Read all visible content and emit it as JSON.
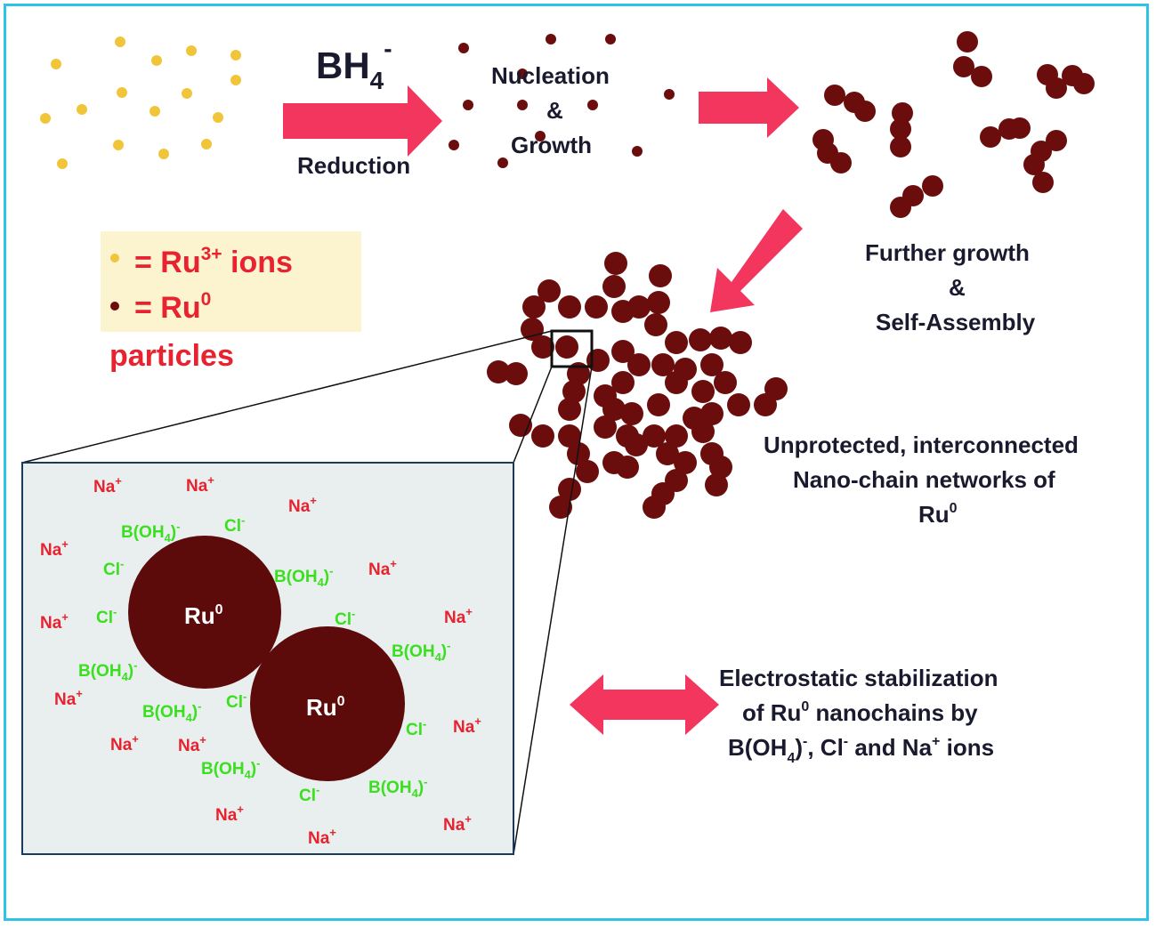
{
  "colors": {
    "frame": "#2ec4e6",
    "ion": "#f0c53a",
    "particle": "#6b0d0d",
    "arrow": "#f2365d",
    "legend_bg": "#fcf3cf",
    "inset_bg": "#e9eeee",
    "na_label": "#e8222f",
    "anion_label": "#39e01e",
    "text": "#1a1a2e"
  },
  "labels": {
    "reductant": "BH",
    "reductant_sub": "4",
    "reductant_sup": "-",
    "reduction": "Reduction",
    "nucleation": "Nucleation",
    "amp1": "&",
    "growth": "Growth",
    "further_growth": "Further growth",
    "amp2": "&",
    "self_assembly": "Self-Assembly",
    "network_line1": "Unprotected, interconnected",
    "network_line2": "Nano-chain  networks of",
    "network_line3": "Ru",
    "network_line3_sup": "0",
    "stab_line1": "Electrostatic stabilization",
    "stab_line2_a": "of Ru",
    "stab_line2_sup": "0",
    "stab_line2_b": " nanochains by",
    "stab_line3_a": "B(OH",
    "stab_line3_sub": "4",
    "stab_line3_b": ")",
    "stab_line3_sup1": "-",
    "stab_line3_c": ", Cl",
    "stab_line3_sup2": "-",
    "stab_line3_d": " and Na",
    "stab_line3_sup3": "+",
    "stab_line3_e": " ions"
  },
  "legend": {
    "ion_prefix": "= Ru",
    "ion_sup": "3+",
    "ion_suffix": " ions",
    "particle_prefix": "= Ru",
    "particle_sup": "0",
    "particles_word": "particles"
  },
  "inset": {
    "sphere_label": "Ru",
    "sphere_sup": "0",
    "na_text": "Na",
    "na_sup": "+",
    "cl_text": "Cl",
    "cl_sup": "-",
    "boh_text": "B(OH",
    "boh_sub": "4",
    "boh_close": ")",
    "boh_sup": "-"
  }
}
